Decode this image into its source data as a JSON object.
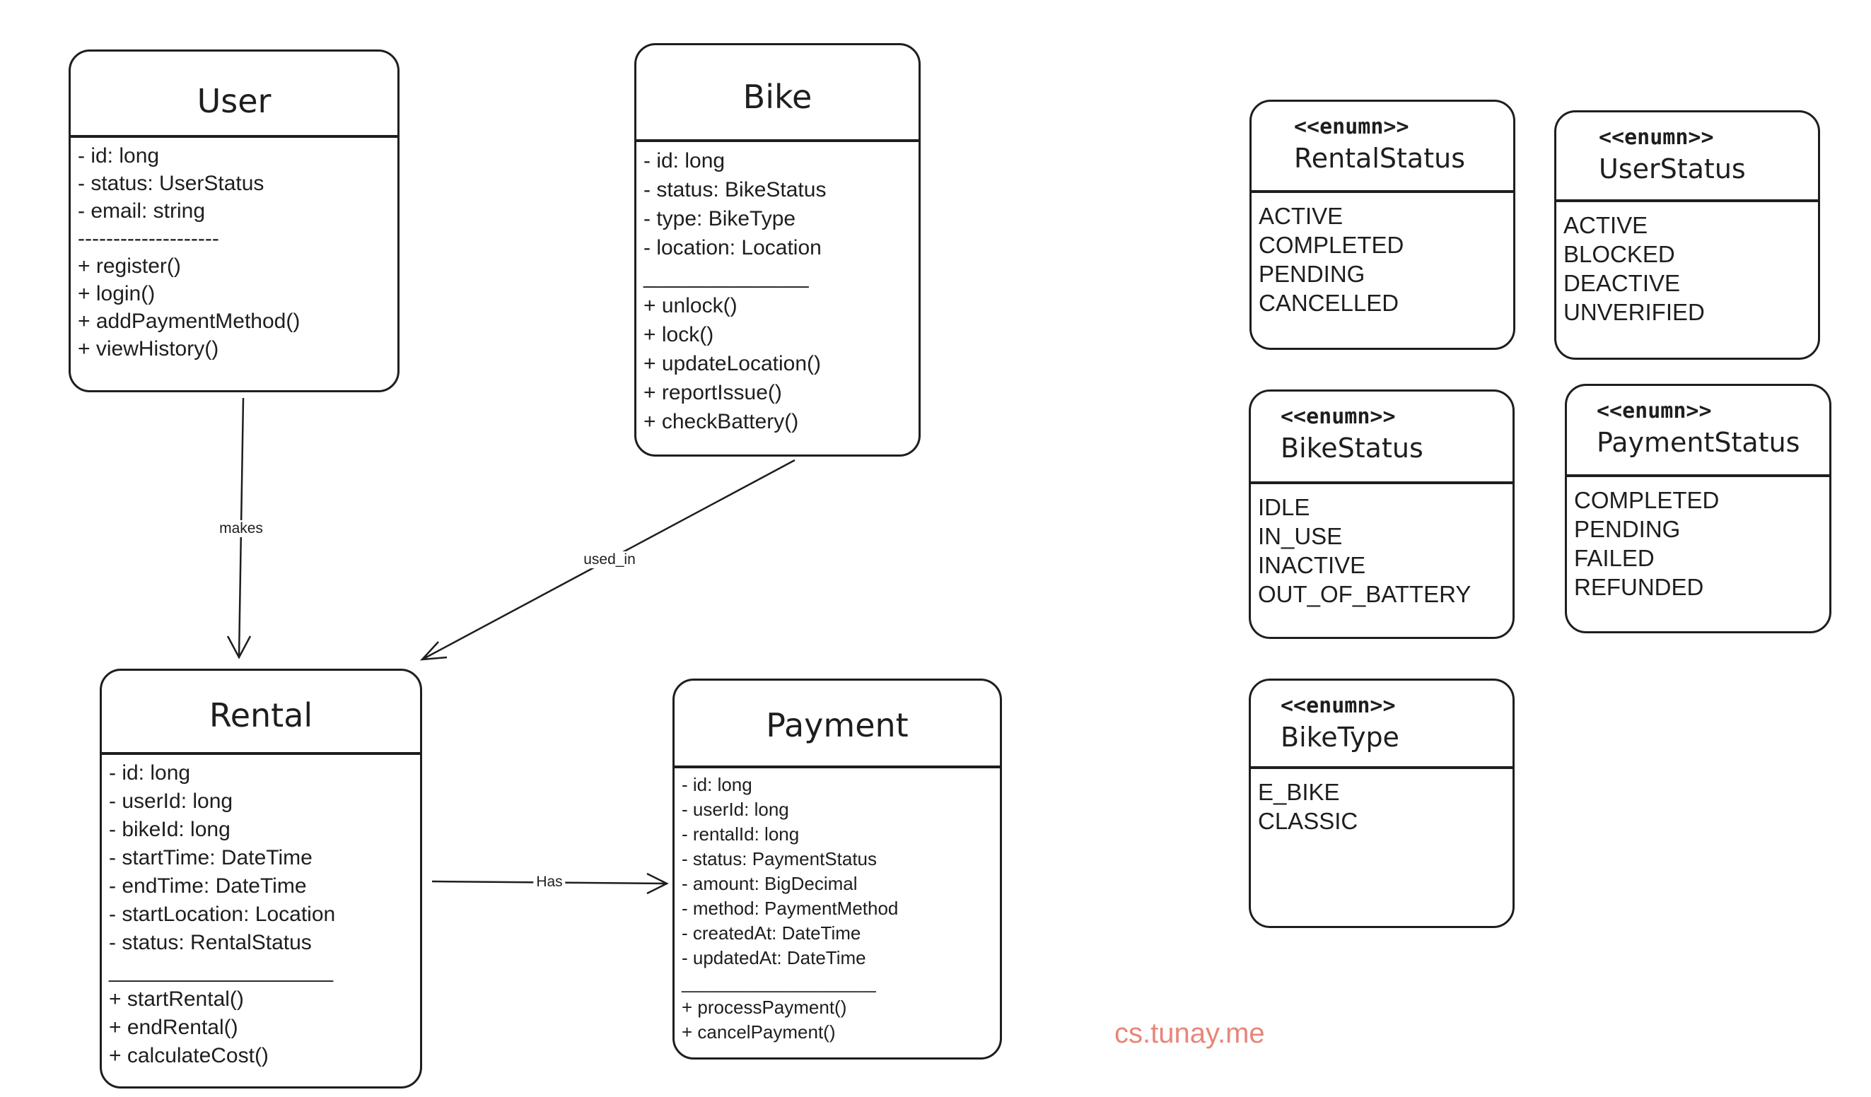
{
  "classes": {
    "user": {
      "name": "User",
      "members": [
        "- id: long",
        "- status: UserStatus",
        "- email: string",
        "--------------------",
        "+ register()",
        "+ login()",
        "+ addPaymentMethod()",
        "+ viewHistory()"
      ]
    },
    "bike": {
      "name": "Bike",
      "members": [
        "- id: long",
        "- status: BikeStatus",
        "- type: BikeType",
        "- location: Location",
        "______________",
        "+ unlock()",
        "+ lock()",
        "+ updateLocation()",
        "+ reportIssue()",
        "+ checkBattery()"
      ]
    },
    "rental": {
      "name": "Rental",
      "members": [
        "- id: long",
        "- userId: long",
        "- bikeId: long",
        "- startTime: DateTime",
        "- endTime: DateTime",
        "- startLocation: Location",
        "- status: RentalStatus",
        "___________________",
        "+ startRental()",
        "+ endRental()",
        "+ calculateCost()"
      ]
    },
    "payment": {
      "name": "Payment",
      "members": [
        "- id: long",
        "- userId: long",
        "- rentalId: long",
        "- status: PaymentStatus",
        "- amount: BigDecimal",
        "- method: PaymentMethod",
        "- createdAt: DateTime",
        "- updatedAt: DateTime",
        "___________________",
        "+ processPayment()",
        "+ cancelPayment()"
      ]
    }
  },
  "enums": {
    "rental_status": {
      "stereotype": "<<enumn>>",
      "name": "RentalStatus",
      "values": [
        "ACTIVE",
        "COMPLETED",
        "PENDING",
        "CANCELLED"
      ]
    },
    "user_status": {
      "stereotype": "<<enumn>>",
      "name": "UserStatus",
      "values": [
        "ACTIVE",
        "BLOCKED",
        "DEACTIVE",
        "UNVERIFIED"
      ]
    },
    "bike_status": {
      "stereotype": "<<enumn>>",
      "name": "BikeStatus",
      "values": [
        "IDLE",
        "IN_USE",
        "INACTIVE",
        "OUT_OF_BATTERY"
      ]
    },
    "payment_status": {
      "stereotype": "<<enumn>>",
      "name": "PaymentStatus",
      "values": [
        "COMPLETED",
        "PENDING",
        "FAILED",
        "REFUNDED"
      ]
    },
    "bike_type": {
      "stereotype": "<<enumn>>",
      "name": "BikeType",
      "values": [
        "E_BIKE",
        "CLASSIC"
      ]
    }
  },
  "relations": {
    "makes": "makes",
    "used_in": "used_in",
    "has": "Has"
  },
  "watermark": "cs.tunay.me",
  "colors": {
    "stroke": "#1e1e1e",
    "watermark": "#e8857a"
  }
}
